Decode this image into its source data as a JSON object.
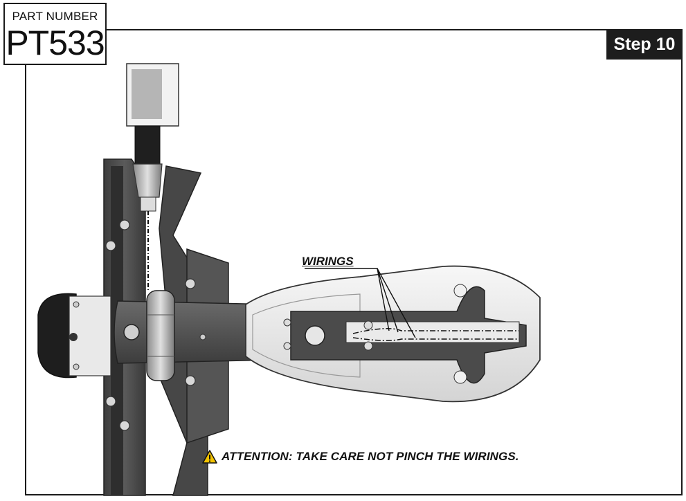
{
  "header": {
    "part_label": "PART NUMBER",
    "part_number": "PT533",
    "step": "Step 10"
  },
  "illustration": {
    "callout_label": "WIRINGS",
    "warning_icon": "warning-triangle-icon",
    "warning_text": "ATTENTION: TAKE CARE NOT PINCH THE WIRINGS."
  },
  "colors": {
    "frame": "#1a1a1a",
    "step_badge_bg": "#1d1d1d",
    "bracket_dark": "#4a4a4a",
    "warning_yellow": "#f2c200"
  }
}
